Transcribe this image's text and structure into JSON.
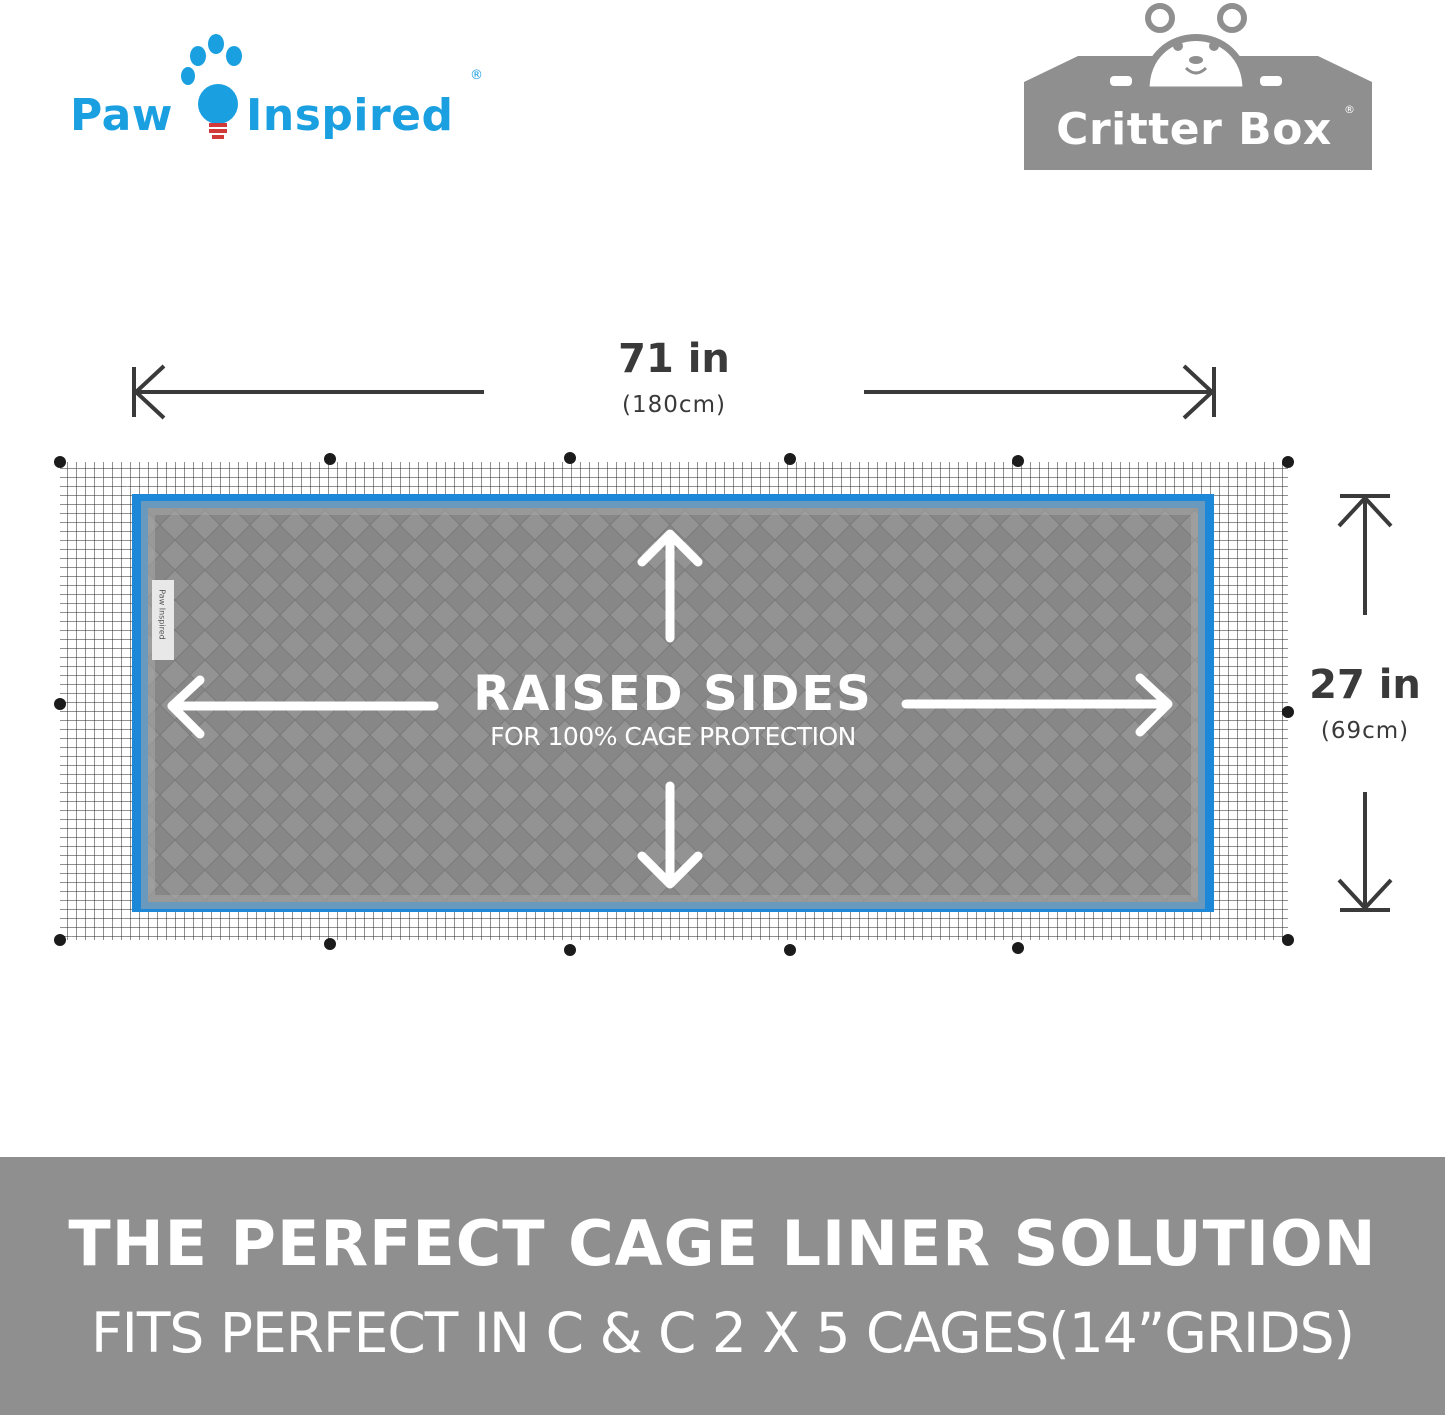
{
  "logos": {
    "paw_inspired": {
      "left": "Paw",
      "right": "Inspired",
      "registered": "®"
    },
    "critter_box": {
      "title": "Critter Box",
      "registered": "®"
    }
  },
  "dimensions": {
    "length": {
      "value": "71 in",
      "metric": "(180cm)"
    },
    "width": {
      "value": "27 in",
      "metric": "(69cm)"
    }
  },
  "product": {
    "feature_title": "RAISED SIDES",
    "feature_subtitle": "FOR 100% CAGE PROTECTION",
    "side_tag": "Paw Inspired"
  },
  "banner": {
    "headline": "THE PERFECT CAGE LINER SOLUTION",
    "subline": "FITS PERFECT IN C & C  2 X 5 CAGES(14”GRIDS)"
  },
  "colors": {
    "brand_blue": "#1aa0e0",
    "liner_blue": "#1e88d8",
    "liner_gray": "#8a8a8a",
    "banner_gray": "#8f8f8f",
    "text_dark": "#3a3a3a"
  }
}
